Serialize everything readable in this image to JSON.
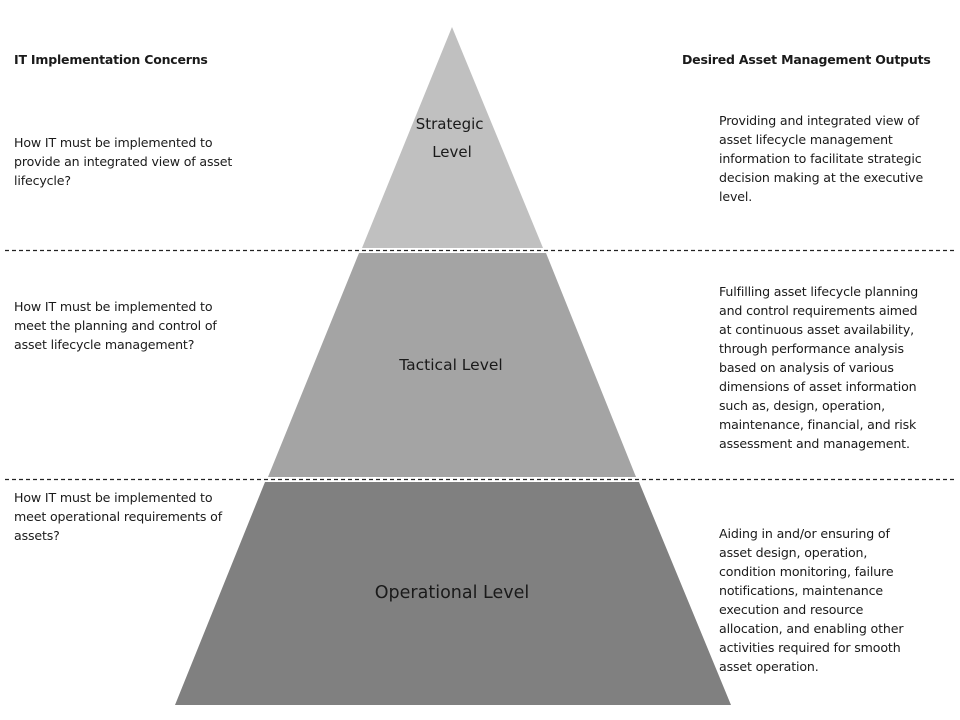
{
  "headings": {
    "left": "IT Implementation Concerns",
    "right": "Desired Asset Management Outputs"
  },
  "levels": {
    "strategic": {
      "label_lines": [
        "Strategic",
        "Level"
      ],
      "color": "#c0c0c0",
      "concern_lines": [
        "How IT must be implemented  to",
        "provide an integrated view of asset",
        "lifecycle?"
      ],
      "output_lines": [
        "Providing and integrated view of",
        "asset lifecycle management",
        "information to facilitate strategic",
        "decision making at the executive",
        "level."
      ]
    },
    "tactical": {
      "label": "Tactical Level",
      "color": "#a4a4a4",
      "concern_lines": [
        "How IT must be implemented  to",
        "meet the planning and control of",
        "asset lifecycle management?"
      ],
      "output_lines": [
        "Fulfilling asset lifecycle planning",
        "and control requirements aimed",
        "at continuous asset availability,",
        "through performance analysis",
        "based on analysis of various",
        "dimensions of asset information",
        "such as, design, operation,",
        "maintenance, financial, and risk",
        "assessment and management."
      ]
    },
    "operational": {
      "label": "Operational Level",
      "color": "#808080",
      "concern_lines": [
        "How IT must be implemented  to",
        "meet operational requirements of",
        "assets?"
      ],
      "output_lines": [
        "Aiding in and/or ensuring of",
        "asset design, operation,",
        "condition monitoring, failure",
        "notifications, maintenance",
        "execution and  resource",
        "allocation, and enabling other",
        "activities required  for smooth",
        "asset operation."
      ]
    }
  }
}
